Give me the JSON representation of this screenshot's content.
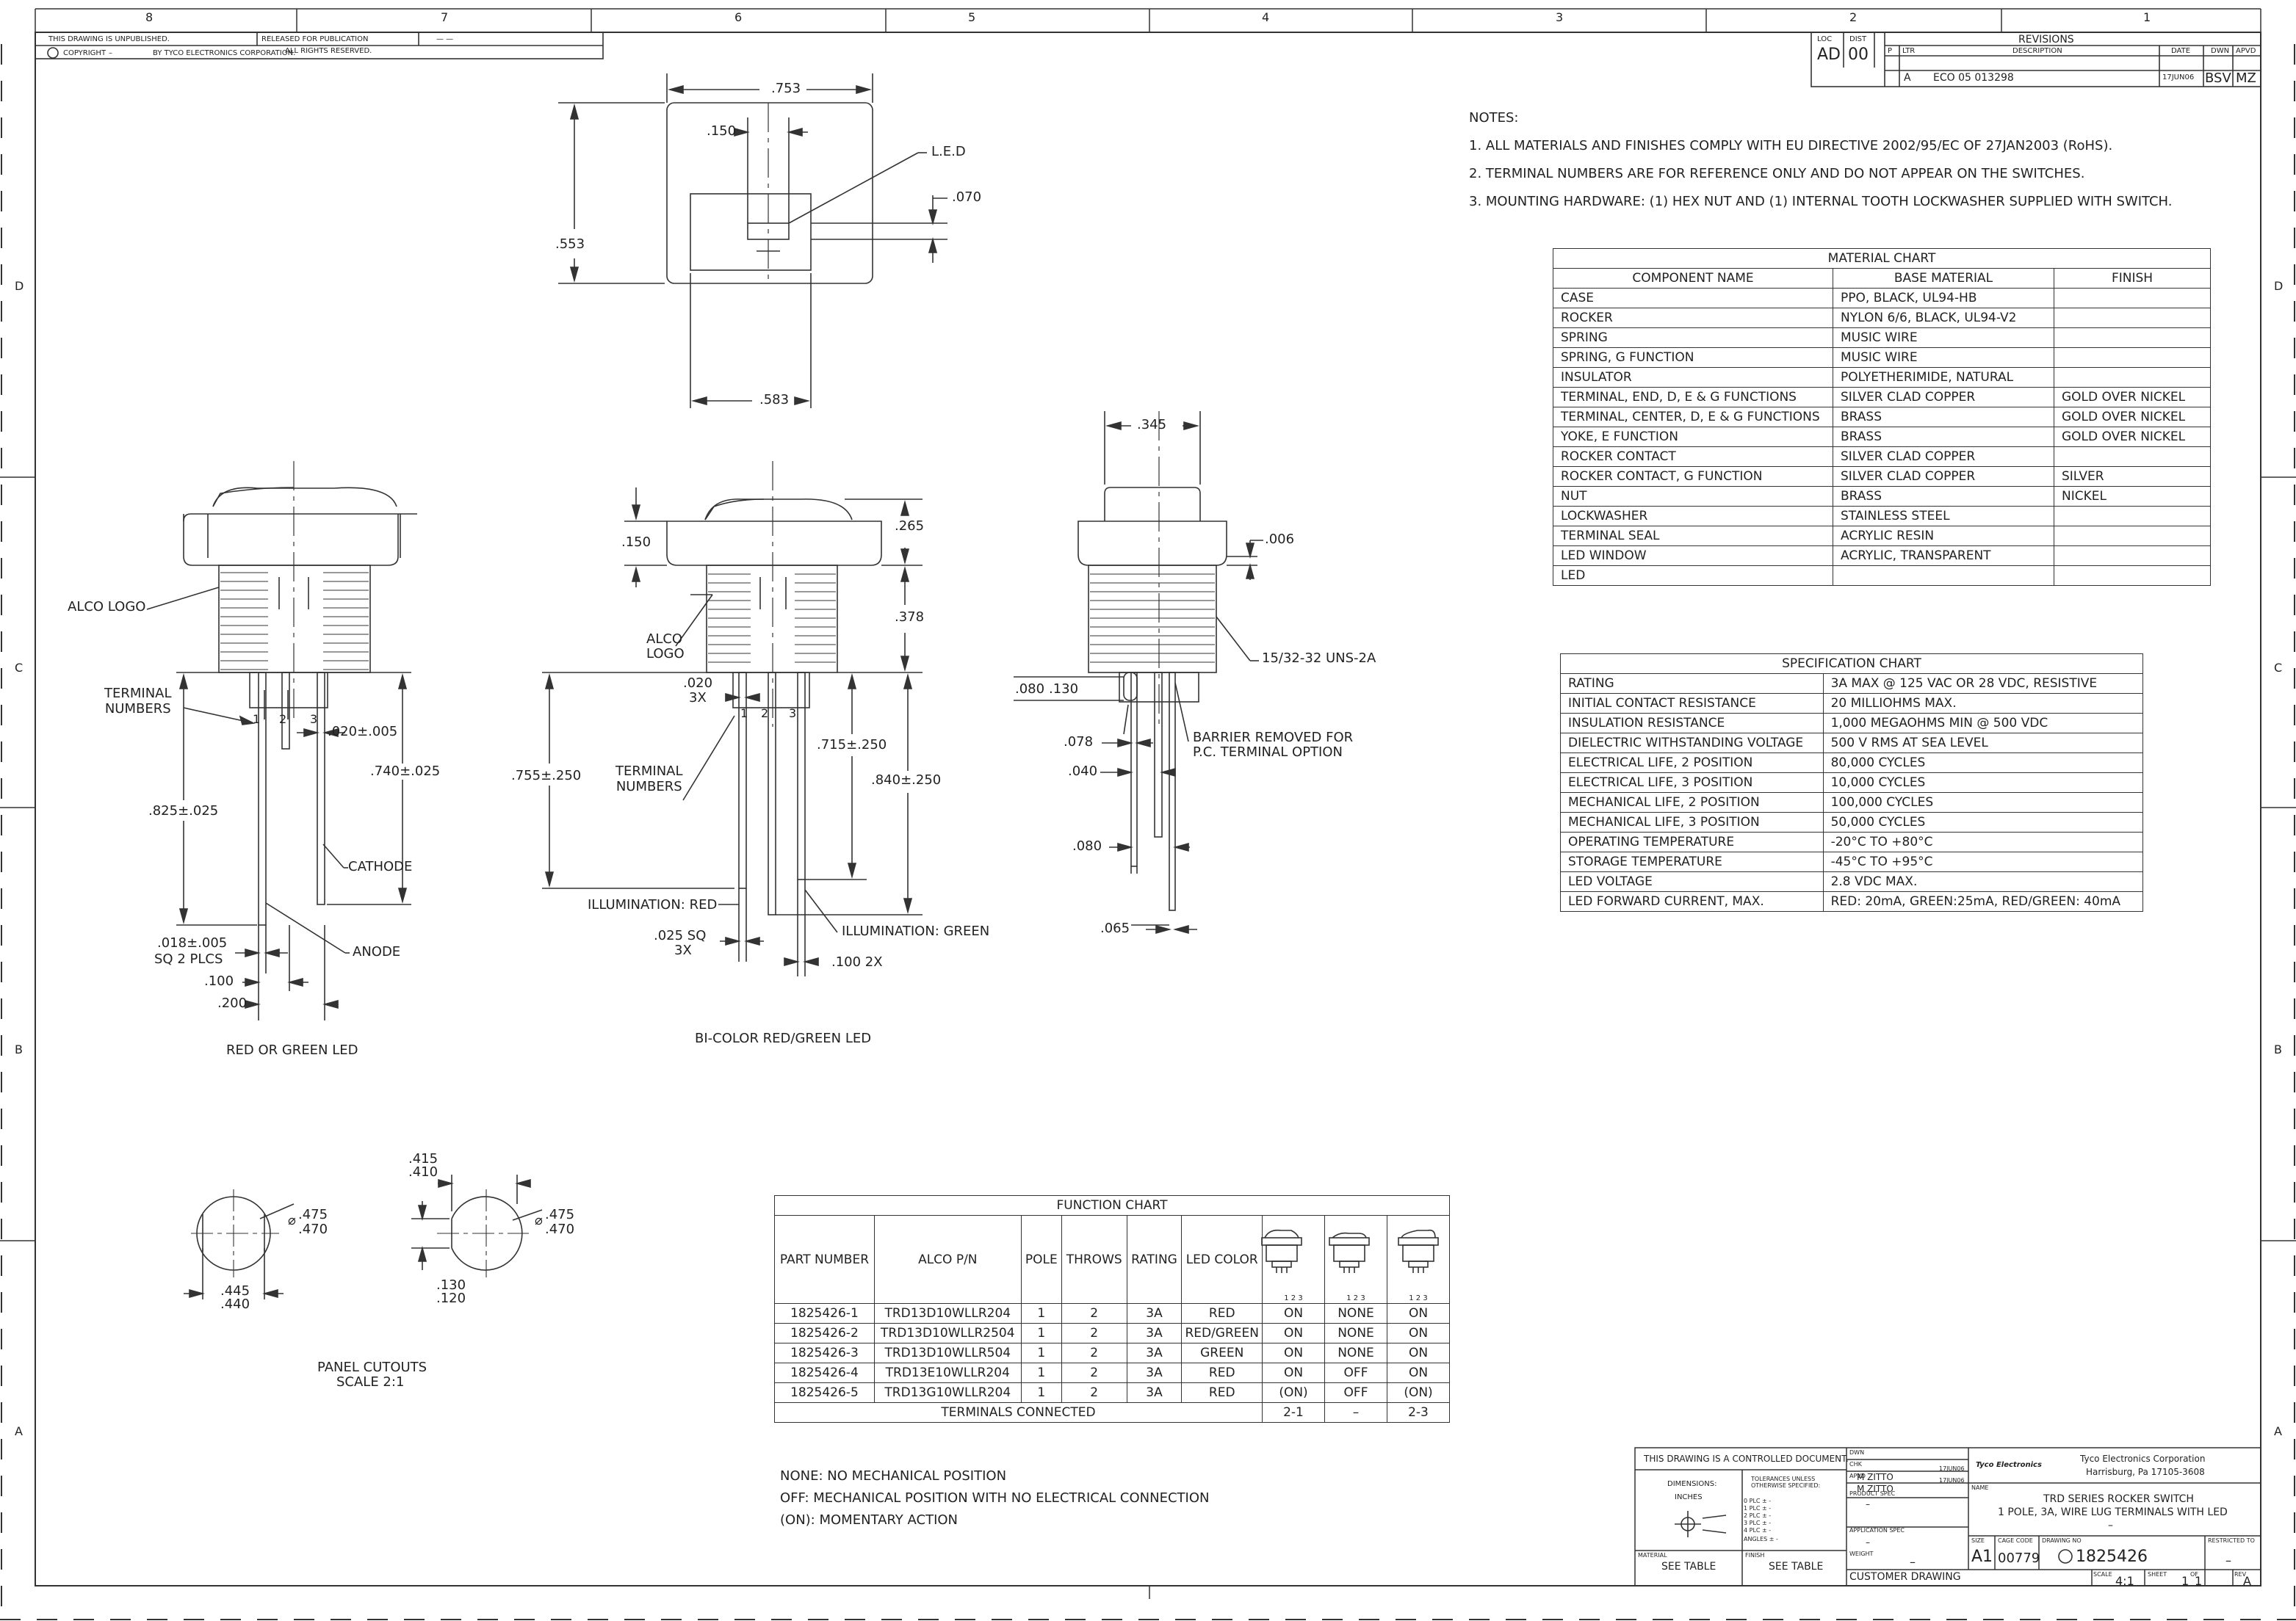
{
  "zone_numbers_top": [
    "8",
    "7",
    "6",
    "5",
    "4",
    "3",
    "2",
    "1"
  ],
  "zone_letters": [
    "D",
    "C",
    "B",
    "A"
  ],
  "header": {
    "unpublished": "THIS DRAWING IS UNPUBLISHED.",
    "released": "RELEASED FOR PUBLICATION",
    "released_val": "— —",
    "copyright": "COPYRIGHT",
    "copyright_dash": "–",
    "by": "BY TYCO ELECTRONICS CORPORATION.",
    "rights": "ALL RIGHTS RESERVED."
  },
  "revisions": {
    "title": "REVISIONS",
    "loc_label": "LOC",
    "dist_label": "DIST",
    "loc": "AD",
    "dist": "00",
    "cols": [
      "P",
      "LTR",
      "DESCRIPTION",
      "DATE",
      "DWN",
      "APVD"
    ],
    "row": {
      "ltr": "A",
      "desc": "ECO 05 013298",
      "date": "17JUN06",
      "dwn": "BSV",
      "apvd": "MZ"
    }
  },
  "notes": {
    "title": "NOTES:",
    "items": [
      "1. ALL MATERIALS AND FINISHES COMPLY WITH EU DIRECTIVE 2002/95/EC OF 27JAN2003 (RoHS).",
      "2. TERMINAL NUMBERS ARE FOR REFERENCE ONLY AND DO NOT APPEAR ON THE SWITCHES.",
      "3. MOUNTING HARDWARE: (1) HEX NUT AND (1) INTERNAL TOOTH LOCKWASHER SUPPLIED WITH SWITCH."
    ]
  },
  "material_chart": {
    "title": "MATERIAL CHART",
    "headers": [
      "COMPONENT NAME",
      "BASE MATERIAL",
      "FINISH"
    ],
    "rows": [
      [
        "CASE",
        "PPO, BLACK, UL94-HB",
        ""
      ],
      [
        "ROCKER",
        "NYLON 6/6, BLACK, UL94-V2",
        ""
      ],
      [
        "SPRING",
        "MUSIC WIRE",
        ""
      ],
      [
        "SPRING, G FUNCTION",
        "MUSIC WIRE",
        ""
      ],
      [
        "INSULATOR",
        "POLYETHERIMIDE, NATURAL",
        ""
      ],
      [
        "TERMINAL, END, D, E & G FUNCTIONS",
        "SILVER CLAD COPPER",
        "GOLD OVER NICKEL"
      ],
      [
        "TERMINAL, CENTER, D, E & G FUNCTIONS",
        "BRASS",
        "GOLD OVER NICKEL"
      ],
      [
        "YOKE, E FUNCTION",
        "BRASS",
        "GOLD OVER NICKEL"
      ],
      [
        "ROCKER CONTACT",
        "SILVER CLAD COPPER",
        ""
      ],
      [
        "ROCKER CONTACT, G FUNCTION",
        "SILVER CLAD COPPER",
        "SILVER"
      ],
      [
        "NUT",
        "BRASS",
        "NICKEL"
      ],
      [
        "LOCKWASHER",
        "STAINLESS STEEL",
        ""
      ],
      [
        "TERMINAL SEAL",
        "ACRYLIC RESIN",
        ""
      ],
      [
        "LED WINDOW",
        "ACRYLIC, TRANSPARENT",
        ""
      ],
      [
        "LED",
        "",
        ""
      ]
    ]
  },
  "spec_chart": {
    "title": "SPECIFICATION CHART",
    "rows": [
      [
        "RATING",
        "3A MAX @ 125 VAC OR 28 VDC, RESISTIVE"
      ],
      [
        "INITIAL CONTACT RESISTANCE",
        "20 MILLIOHMS MAX."
      ],
      [
        "INSULATION RESISTANCE",
        "1,000 MEGAOHMS MIN @ 500 VDC"
      ],
      [
        "DIELECTRIC WITHSTANDING VOLTAGE",
        "500 V RMS AT SEA LEVEL"
      ],
      [
        "ELECTRICAL LIFE, 2 POSITION",
        "80,000 CYCLES"
      ],
      [
        "ELECTRICAL LIFE, 3 POSITION",
        "10,000 CYCLES"
      ],
      [
        "MECHANICAL LIFE, 2 POSITION",
        "100,000 CYCLES"
      ],
      [
        "MECHANICAL LIFE, 3 POSITION",
        "50,000 CYCLES"
      ],
      [
        "OPERATING TEMPERATURE",
        "-20°C TO +80°C"
      ],
      [
        "STORAGE TEMPERATURE",
        "-45°C TO +95°C"
      ],
      [
        "LED VOLTAGE",
        "2.8 VDC MAX."
      ],
      [
        "LED FORWARD CURRENT, MAX.",
        "RED: 20mA, GREEN:25mA, RED/GREEN: 40mA"
      ]
    ]
  },
  "function_chart": {
    "title": "FUNCTION CHART",
    "headers": [
      "PART NUMBER",
      "ALCO P/N",
      "POLE",
      "THROWS",
      "RATING",
      "LED COLOR"
    ],
    "rows": [
      [
        "1825426-1",
        "TRD13D10WLLR204",
        "1",
        "2",
        "3A",
        "RED",
        "ON",
        "NONE",
        "ON"
      ],
      [
        "1825426-2",
        "TRD13D10WLLR2504",
        "1",
        "2",
        "3A",
        "RED/GREEN",
        "ON",
        "NONE",
        "ON"
      ],
      [
        "1825426-3",
        "TRD13D10WLLR504",
        "1",
        "2",
        "3A",
        "GREEN",
        "ON",
        "NONE",
        "ON"
      ],
      [
        "1825426-4",
        "TRD13E10WLLR204",
        "1",
        "2",
        "3A",
        "RED",
        "ON",
        "OFF",
        "ON"
      ],
      [
        "1825426-5",
        "TRD13G10WLLR204",
        "1",
        "2",
        "3A",
        "RED",
        "(ON)",
        "OFF",
        "(ON)"
      ]
    ],
    "footer": [
      "TERMINALS CONNECTED",
      "2-1",
      "–",
      "2-3"
    ],
    "icon_numbers": "1 2 3"
  },
  "legend": [
    "NONE: NO MECHANICAL POSITION",
    "OFF: MECHANICAL POSITION WITH NO ELECTRICAL CONNECTION",
    "(ON): MOMENTARY ACTION"
  ],
  "labels": {
    "led": "L.E.D",
    "d753": ".753",
    "d150a": ".150",
    "d070": ".070",
    "d553": ".553",
    "d583": ".583",
    "alco_logo": "ALCO LOGO",
    "terminal_numbers": "TERMINAL\nNUMBERS",
    "n1": "1",
    "n2": "2",
    "n3": "3",
    "d020": ".020±.005",
    "d740": ".740±.025",
    "d825": ".825±.025",
    "cathode": "CATHODE",
    "anode": "ANODE",
    "d018": ".018±.005",
    "sq2plcs": "SQ 2 PLCS",
    "d100": ".100",
    "d200": ".200",
    "red_green_led": "RED OR GREEN LED",
    "d265": ".265",
    "d150b": ".150",
    "d378": ".378",
    "alco": "ALCO",
    "logo": "LOGO",
    "d020b": ".020",
    "x3a": "3X",
    "d755": ".755±.250",
    "d715": ".715±.250",
    "d840": ".840±.250",
    "illum_red": "ILLUMINATION: RED",
    "illum_green": "ILLUMINATION: GREEN",
    "d025sq": ".025 SQ",
    "x3b": "3X",
    "d100x2": ".100 2X",
    "bicolor": "BI-COLOR RED/GREEN LED",
    "d345": ".345",
    "d006": ".006",
    "thread": "15/32-32 UNS-2A",
    "d080a": ".080",
    "d130": ".130",
    "d078": ".078",
    "d040": ".040",
    "barrier1": "BARRIER REMOVED FOR",
    "barrier2": "P.C. TERMINAL OPTION",
    "d080b": ".080",
    "d065": ".065",
    "d415": ".415",
    "d410": ".410",
    "dia475a": ".475",
    "dia470a": ".470",
    "dia475b": ".475",
    "dia470b": ".470",
    "d445": ".445",
    "d440": ".440",
    "d130b": ".130",
    "d120": ".120",
    "phi": "⌀",
    "panel_cutouts": "PANEL CUTOUTS",
    "scale21": "SCALE 2:1"
  },
  "title_block": {
    "controlled": "THIS DRAWING IS A CONTROLLED DOCUMENT.",
    "dimensions": "DIMENSIONS:",
    "inches": "INCHES",
    "tolerances": "TOLERANCES UNLESS OTHERWISE SPECIFIED:",
    "tol_rows": [
      "0 PLC  ±  -",
      "1 PLC  ±  -",
      "2 PLC  ±  -",
      "3 PLC  ±  -",
      "4 PLC  ±  -",
      "ANGLES  ±  -"
    ],
    "material": "MATERIAL",
    "finish": "FINISH",
    "see_table_1": "SEE TABLE",
    "see_table_2": "SEE TABLE",
    "dwn": "DWN",
    "chk": "CHK",
    "chk_name": "M ZITTO",
    "apvd": "APVD",
    "apvd_name": "M ZITTO",
    "date1": "17JUN06",
    "date2": "17JUN06",
    "product_spec": "PRODUCT SPEC",
    "product_spec_val": "–",
    "application_spec": "APPLICATION SPEC",
    "application_spec_val": "–",
    "weight": "WEIGHT",
    "weight_val": "–",
    "company_logo": "Tyco Electronics",
    "company": "Tyco Electronics Corporation",
    "address": "Harrisburg, Pa 17105-3608",
    "name_label": "NAME",
    "name1": "TRD SERIES ROCKER SWITCH",
    "name2": "1 POLE, 3A, WIRE LUG TERMINALS WITH LED",
    "name3": "–",
    "size_label": "SIZE",
    "size": "A1",
    "cage_label": "CAGE CODE",
    "cage": "00779",
    "dwgno_label": "DRAWING NO",
    "dwgno": "1825426",
    "restricted": "RESTRICTED TO",
    "restricted_val": "–",
    "customer_drawing": "CUSTOMER DRAWING",
    "scale_label": "SCALE",
    "scale": "4:1",
    "sheet_label": "SHEET",
    "sheet": "1",
    "of": "OF",
    "sheets": "1",
    "rev_label": "REV",
    "rev": "A"
  }
}
